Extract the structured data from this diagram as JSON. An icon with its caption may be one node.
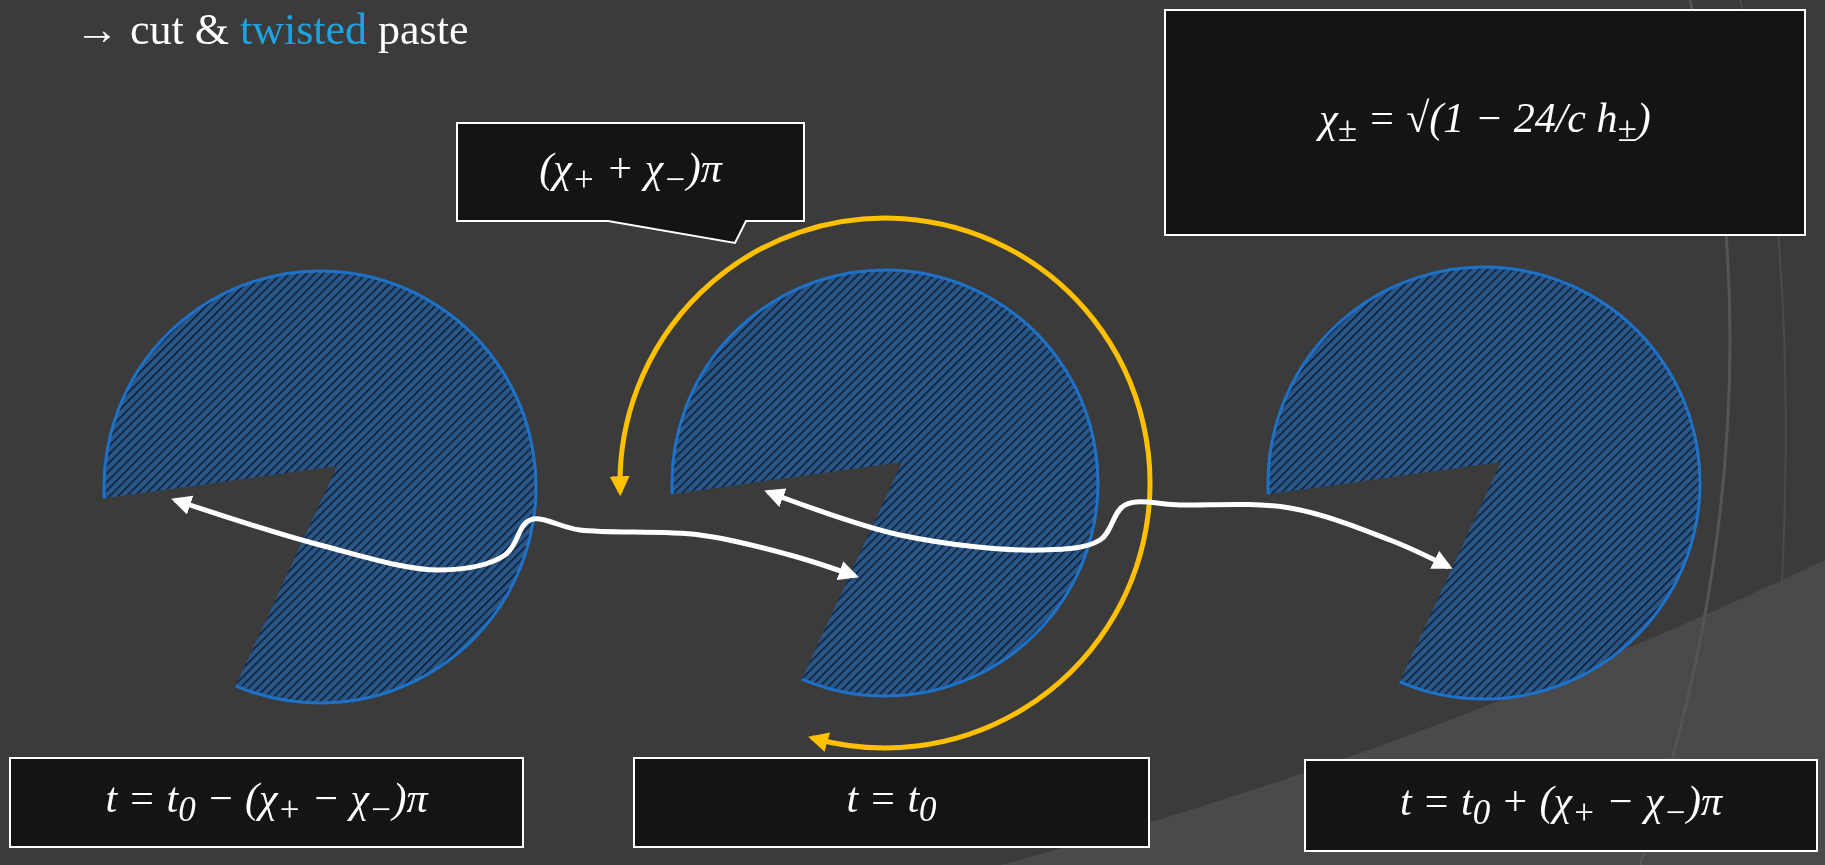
{
  "diagram": {
    "nodes": [
      {
        "text": [
          "(χ$_{+}$ + χ$_{−}$)π"
        ]
      },
      {
        "text": [
          "χ$_{±}$ = √(1 − 24/c h$_{±}$)"
        ]
      },
      {
        "text": [],
        "shape": "disc"
      },
      {
        "text": [],
        "shape": "disc"
      },
      {
        "text": [],
        "shape": "disc"
      },
      {
        "text": [
          "t = t$_{0}$ − (χ$_{+}$ − χ$_{−}$)π"
        ]
      },
      {
        "text": [
          "t = t$_{0}$"
        ]
      },
      {
        "text": [
          "t = t$_{0}$ + (χ$_{+}$ − χ$_{−}$)π"
        ]
      }
    ],
    "edges": [
      {
        "from": 2,
        "to": 3,
        "arrow": "both"
      },
      {
        "from": 3,
        "to": 4,
        "arrow": "both"
      }
    ],
    "labels": [
      "→ cut &",
      "twisted",
      "paste"
    ]
  }
}
